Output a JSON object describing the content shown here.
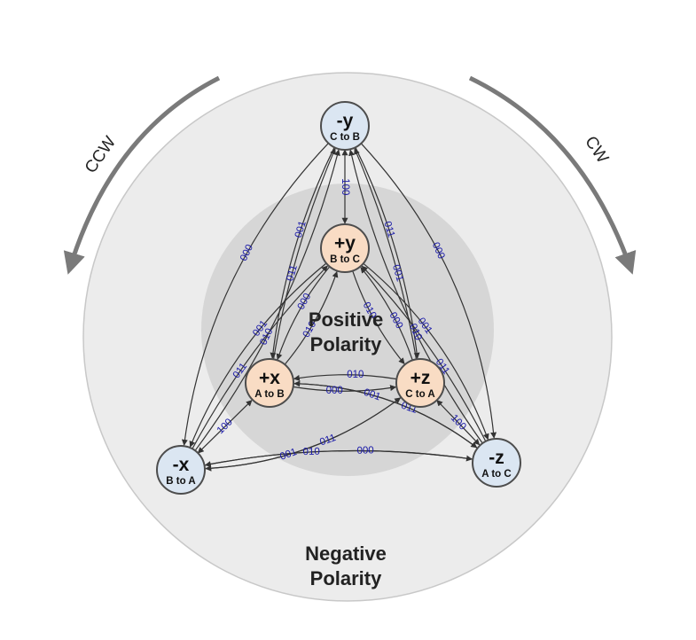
{
  "directions": {
    "ccw": "CCW",
    "cw": "CW"
  },
  "regions": {
    "positive_line1": "Positive",
    "positive_line2": "Polarity",
    "negative_line1": "Negative",
    "negative_line2": "Polarity"
  },
  "colors": {
    "outer_disc": "#ececec",
    "inner_disc": "#d6d6d6",
    "positive_node": "#f9dcc4",
    "negative_node": "#dbe6f2",
    "node_stroke": "#4d4d4d",
    "arrow": "#333333",
    "label": "#1a1aa8",
    "rotation_arrow": "#7a7a7a"
  },
  "nodes": [
    {
      "id": "my",
      "title": "-y",
      "sub": "C to B",
      "polarity": "negative"
    },
    {
      "id": "py",
      "title": "+y",
      "sub": "B to C",
      "polarity": "positive"
    },
    {
      "id": "px",
      "title": "+x",
      "sub": "A to B",
      "polarity": "positive"
    },
    {
      "id": "pz",
      "title": "+z",
      "sub": "C to A",
      "polarity": "positive"
    },
    {
      "id": "mx",
      "title": "-x",
      "sub": "B to A",
      "polarity": "negative"
    },
    {
      "id": "mz",
      "title": "-z",
      "sub": "A to C",
      "polarity": "negative"
    }
  ],
  "edges": [
    {
      "from": "my",
      "to": "py",
      "label": "100"
    },
    {
      "from": "pz",
      "to": "mz",
      "label": "100"
    },
    {
      "from": "mx",
      "to": "px",
      "label": "100"
    },
    {
      "from": "pz",
      "to": "px",
      "label": "010"
    },
    {
      "from": "px",
      "to": "pz",
      "label": "000"
    },
    {
      "from": "px",
      "to": "py",
      "label": "010"
    },
    {
      "from": "py",
      "to": "px",
      "label": "000"
    },
    {
      "from": "py",
      "to": "pz",
      "label": "010"
    },
    {
      "from": "pz",
      "to": "py",
      "label": "000"
    },
    {
      "from": "my",
      "to": "mx",
      "label": "000"
    },
    {
      "from": "mx",
      "to": "my",
      "label": "010"
    },
    {
      "from": "my",
      "to": "mz",
      "label": "000"
    },
    {
      "from": "mz",
      "to": "my",
      "label": "010"
    },
    {
      "from": "mx",
      "to": "mz",
      "label": "010"
    },
    {
      "from": "mz",
      "to": "mx",
      "label": "000"
    },
    {
      "from": "my",
      "to": "px",
      "label": "001"
    },
    {
      "from": "px",
      "to": "my",
      "label": "011"
    },
    {
      "from": "my",
      "to": "pz",
      "label": "011"
    },
    {
      "from": "pz",
      "to": "my",
      "label": "001"
    },
    {
      "from": "py",
      "to": "mx",
      "label": "001"
    },
    {
      "from": "mx",
      "to": "py",
      "label": "011"
    },
    {
      "from": "py",
      "to": "mz",
      "label": "001"
    },
    {
      "from": "mz",
      "to": "py",
      "label": "011"
    },
    {
      "from": "mz",
      "to": "px",
      "label": "011"
    },
    {
      "from": "px",
      "to": "mz",
      "label": "001"
    },
    {
      "from": "pz",
      "to": "mx",
      "label": "011"
    },
    {
      "from": "mx",
      "to": "pz",
      "label": "001"
    }
  ]
}
